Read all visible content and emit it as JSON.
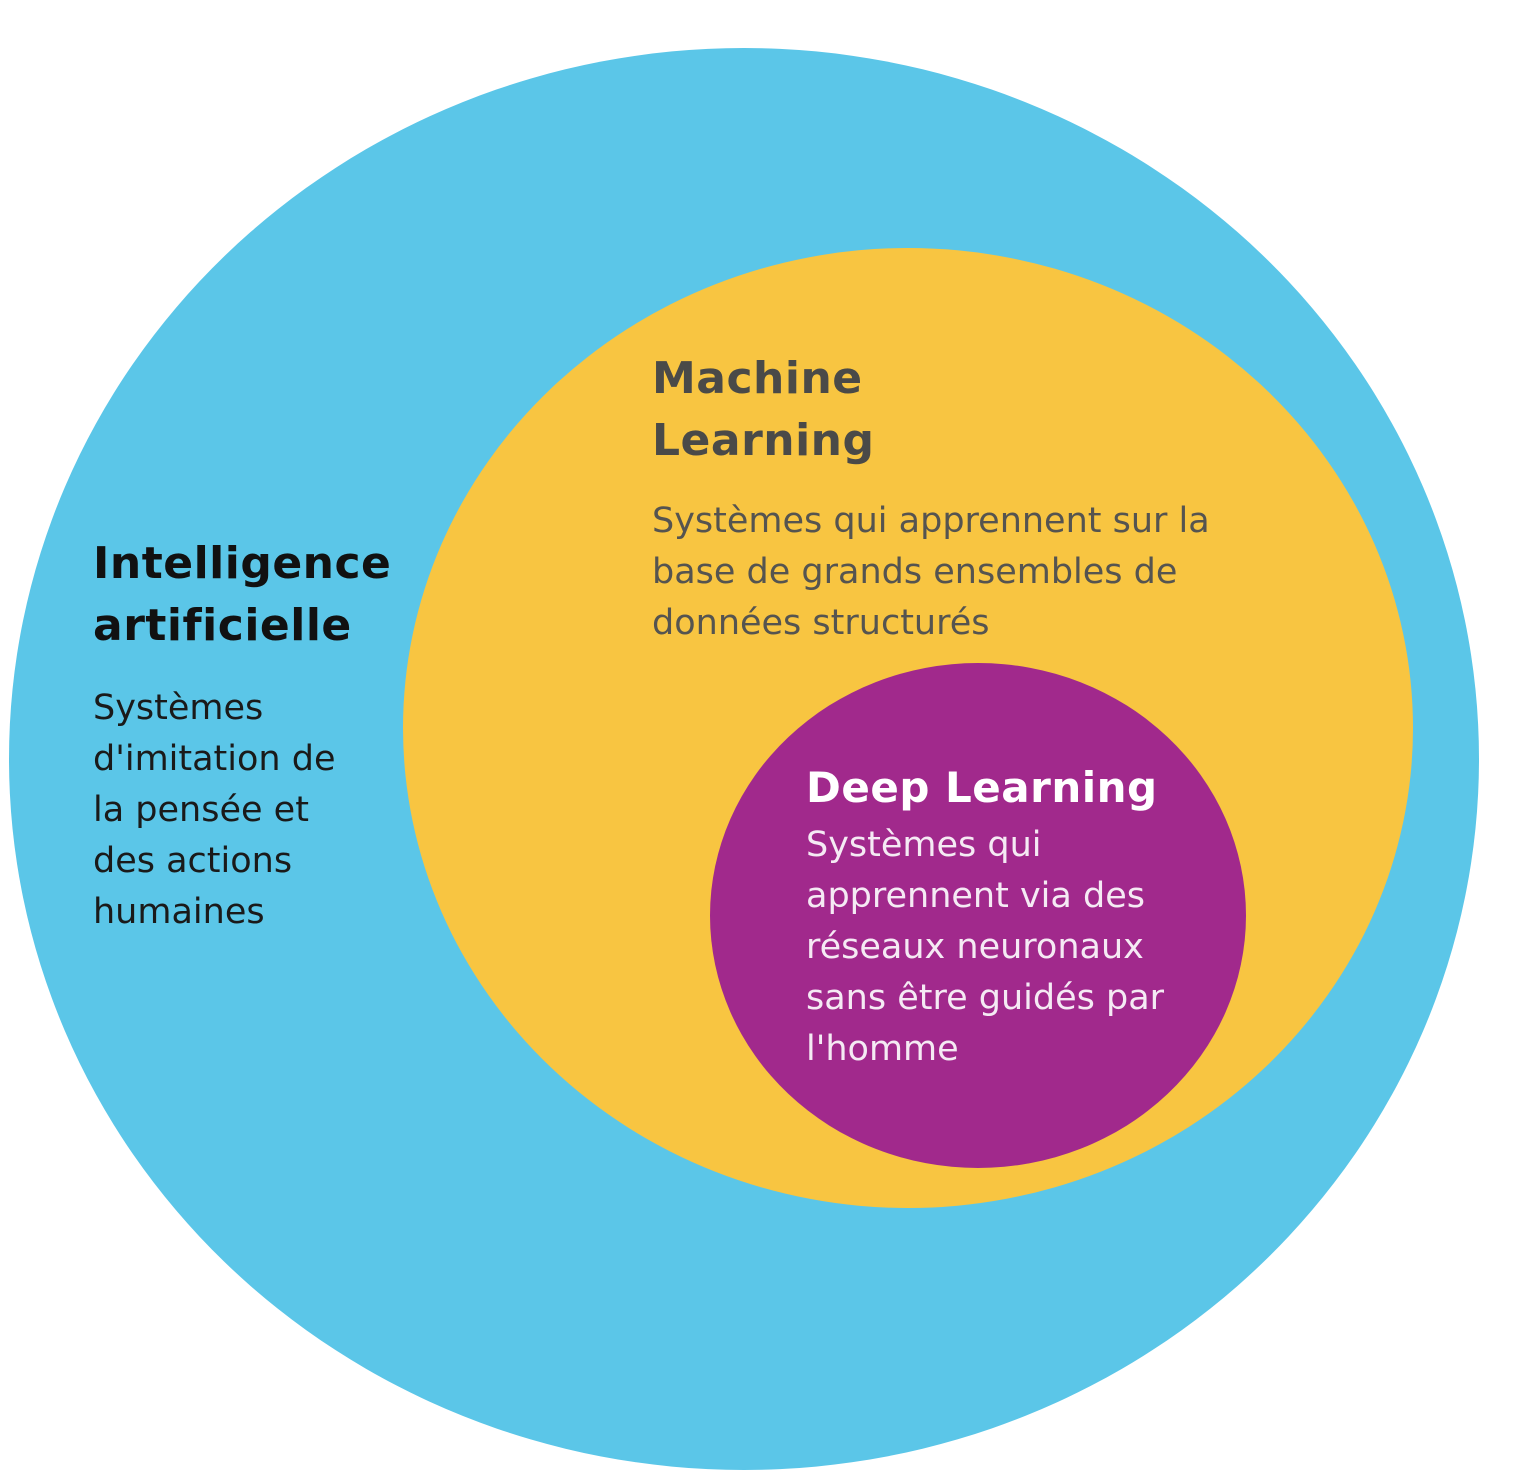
{
  "colors": {
    "ai_circle": "#5bc6e8",
    "ml_circle": "#f8c541",
    "dl_circle": "#a1298c"
  },
  "ai": {
    "title_lines": [
      "Intelligence",
      "artificielle"
    ],
    "description_lines": [
      "Systèmes",
      "d'imitation de",
      "la pensée et",
      "des actions",
      "humaines"
    ]
  },
  "ml": {
    "title_lines": [
      "Machine",
      "Learning"
    ],
    "description_lines": [
      "Systèmes qui apprennent sur la",
      "base de grands ensembles de",
      "données structurés"
    ]
  },
  "dl": {
    "title": "Deep Learning",
    "description_lines": [
      "Systèmes qui",
      "apprennent via des",
      "réseaux neuronaux",
      "sans être guidés par",
      "l'homme"
    ]
  }
}
